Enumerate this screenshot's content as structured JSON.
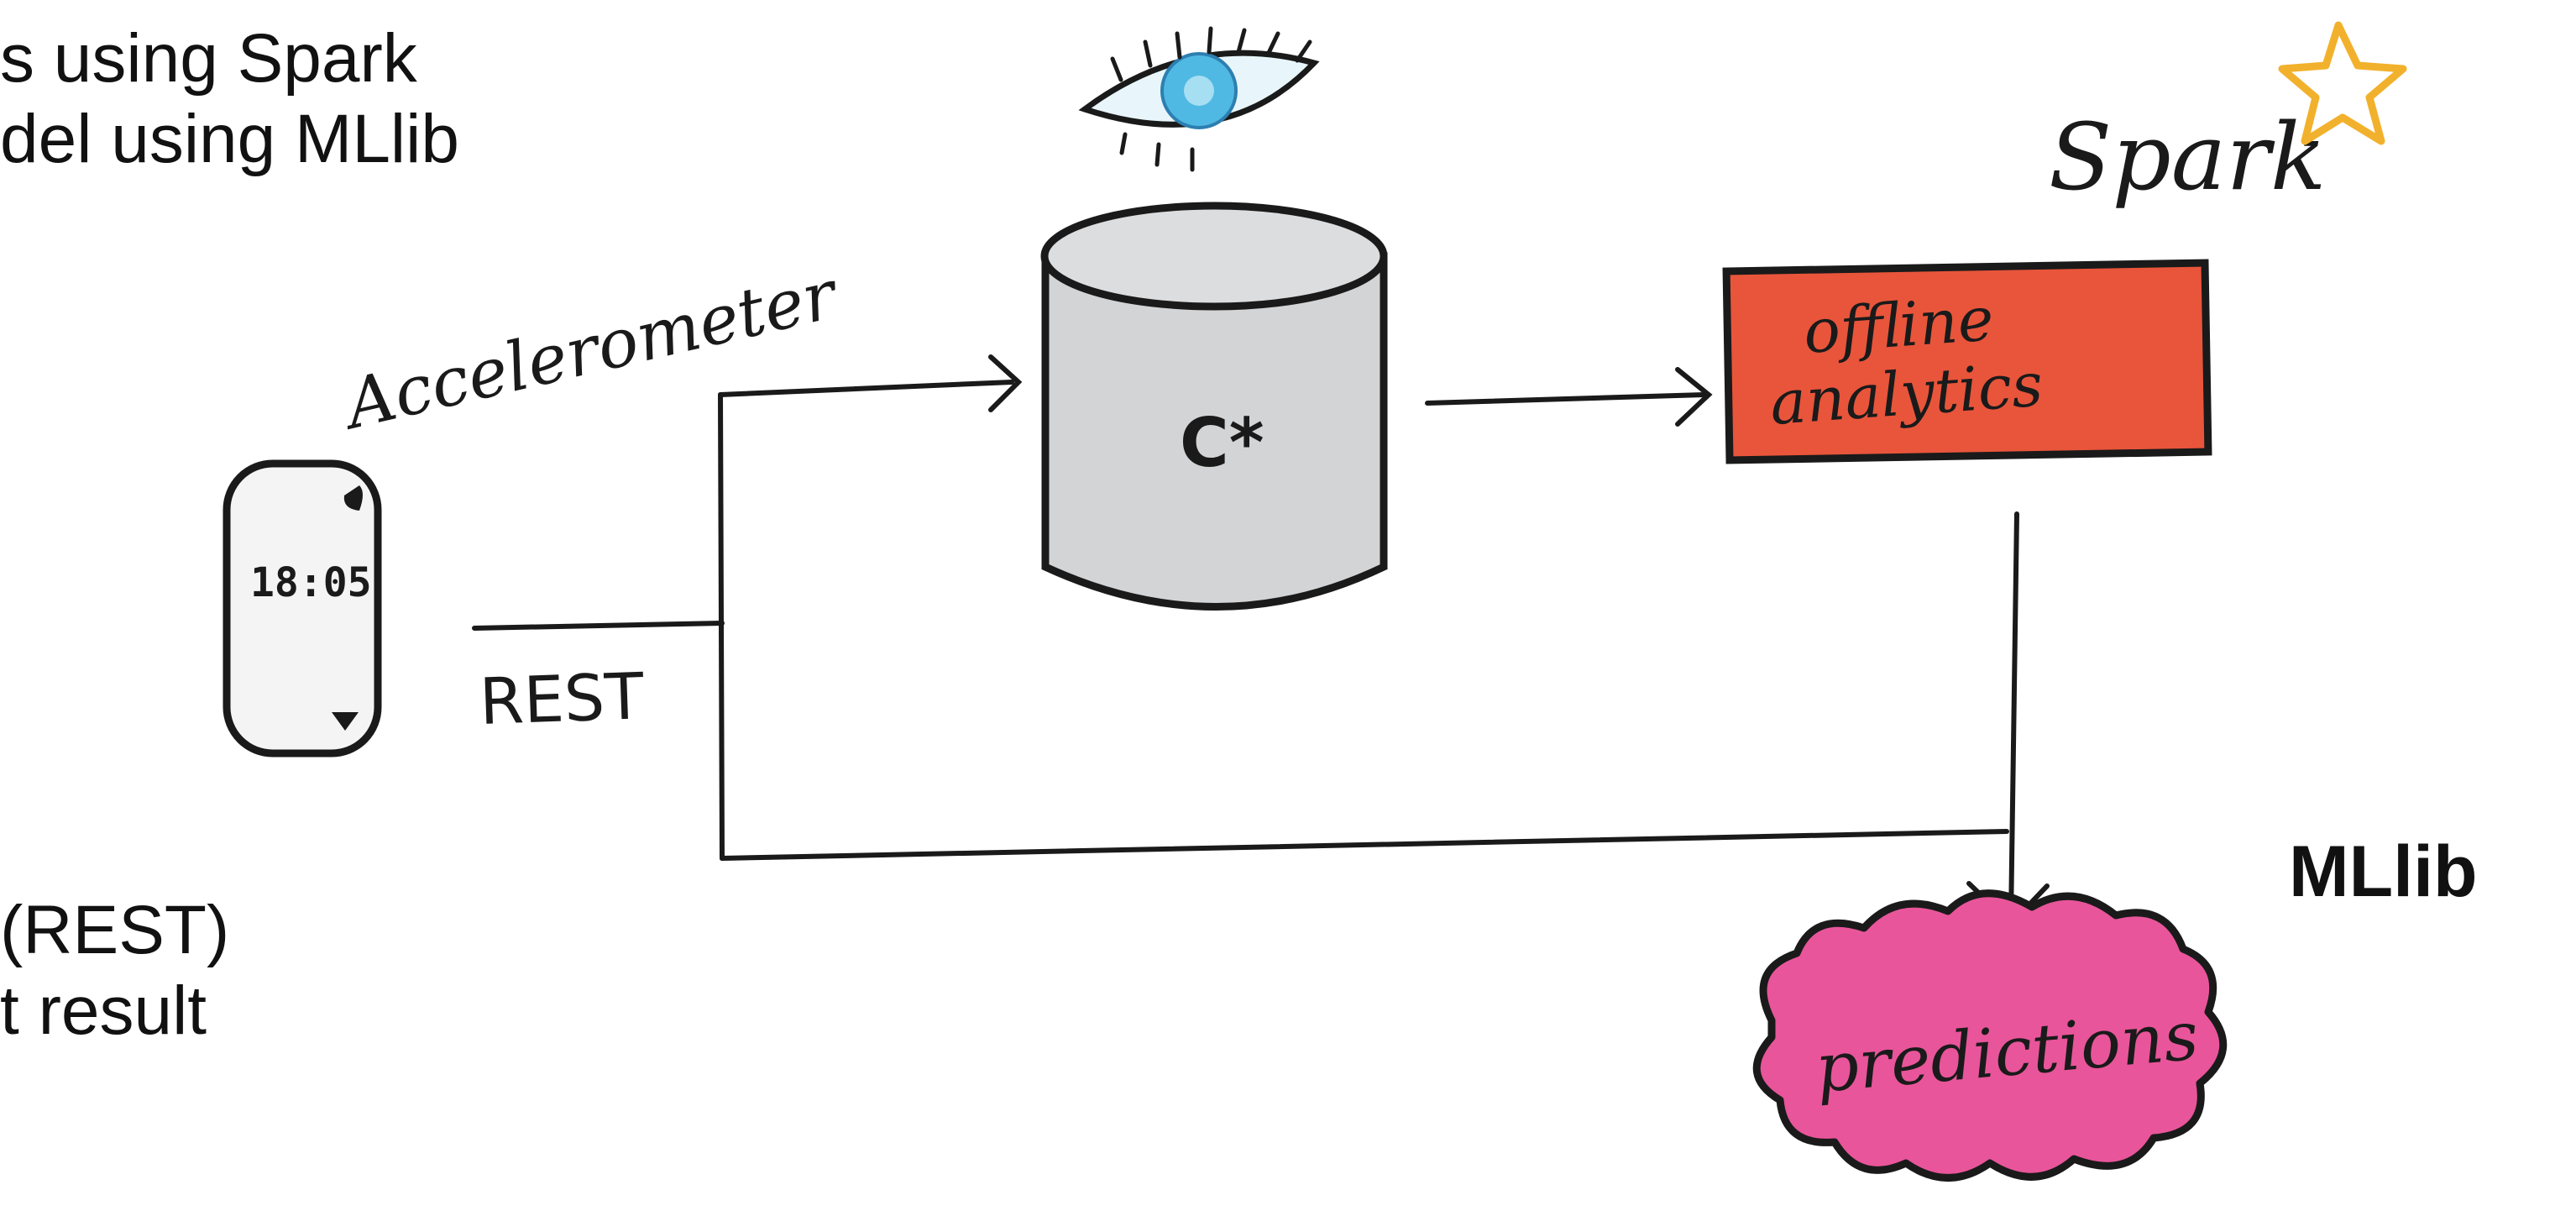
{
  "slide": {
    "top_lines": [
      "s using Spark",
      "del using MLlib"
    ],
    "bottom_lines": [
      "(REST)",
      "t result"
    ],
    "mllib_label": "MLlib"
  },
  "diagram": {
    "accelerometer_label": "Accelerometer",
    "device_time": "18:05",
    "rest_label": "REST",
    "database_label": "C*",
    "spark_logo_text": "Spark",
    "offline_label_line1": "offline",
    "offline_label_line2": "analytics",
    "predictions_label": "predictions"
  },
  "colors": {
    "ink": "#1a1a1a",
    "database_fill": "#d3d4d6",
    "offline_fill": "#e8553b",
    "predictions_fill": "#e8559a",
    "eye_iris": "#4fb9e3",
    "star": "#f2b12c"
  }
}
